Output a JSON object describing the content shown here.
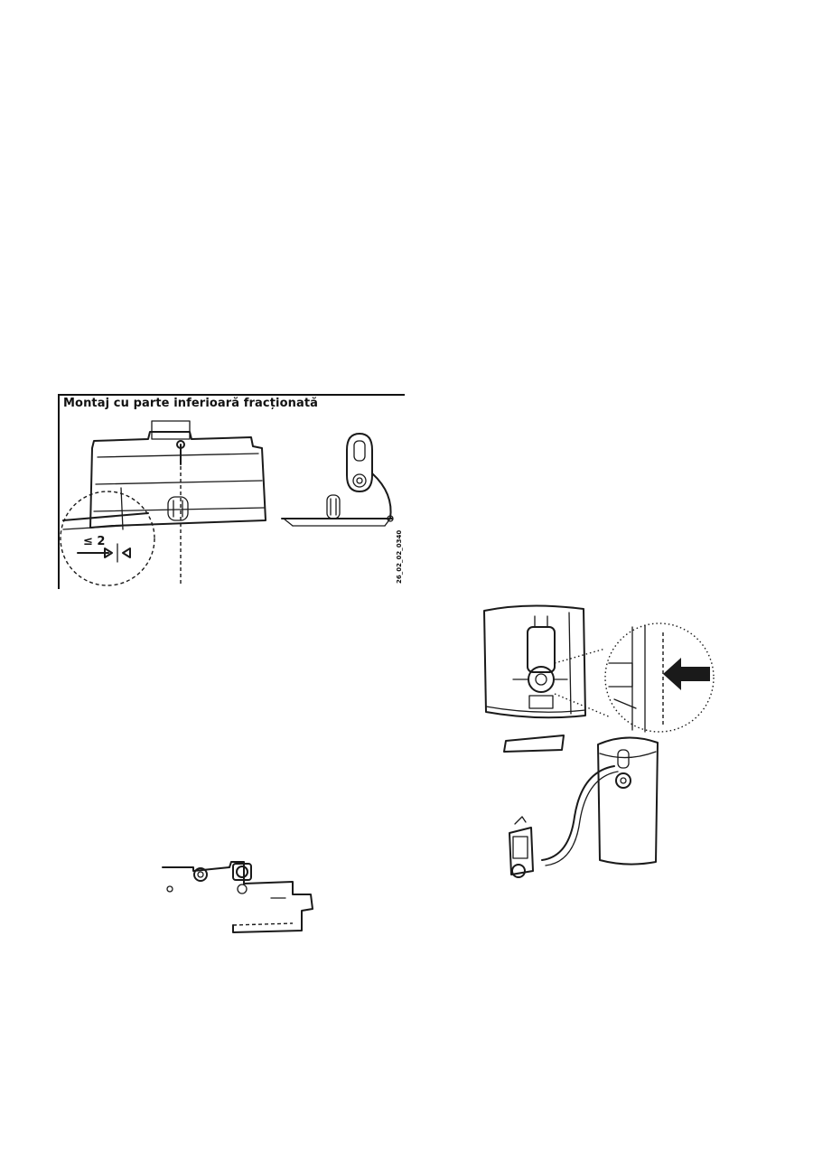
{
  "figures": {
    "mount_split": {
      "title": "Montaj cu parte inferioară fracționată",
      "measure_label": "≤ 2",
      "drawing_code": "26_02_02_0340"
    }
  }
}
